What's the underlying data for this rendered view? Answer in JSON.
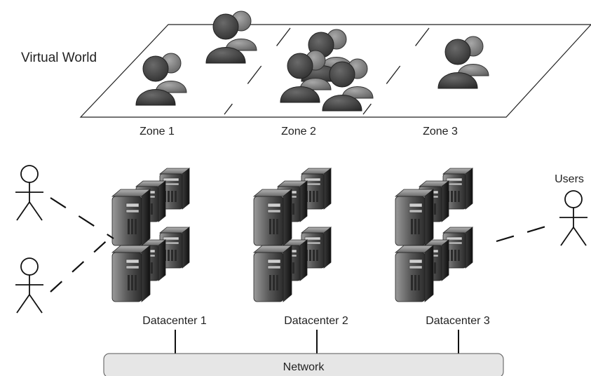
{
  "virtual_world": {
    "title": "Virtual World",
    "zones": [
      {
        "label": "Zone 1"
      },
      {
        "label": "Zone 2"
      },
      {
        "label": "Zone 3"
      }
    ]
  },
  "datacenters": [
    {
      "label": "Datacenter 1"
    },
    {
      "label": "Datacenter 2"
    },
    {
      "label": "Datacenter 3"
    }
  ],
  "network": {
    "label": "Network"
  },
  "users": {
    "label": "Users"
  },
  "colors": {
    "server_dark": "#2b2b2b",
    "server_light": "#8a8a8a",
    "avatar_dark": "#3a3a3a",
    "avatar_light": "#808080",
    "network_fill": "#e6e6e6",
    "line": "#111111"
  }
}
